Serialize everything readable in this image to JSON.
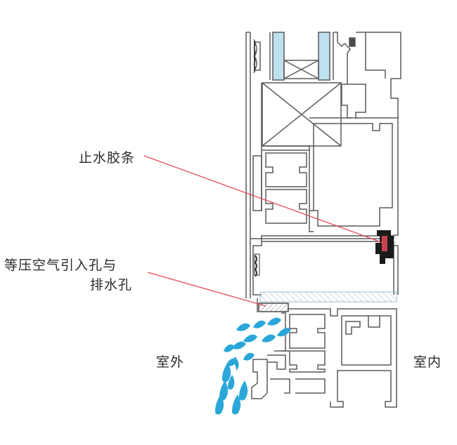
{
  "labels": {
    "sealing_strip": "止水胶条",
    "drain_hole_line1": "等压空气引入孔与",
    "drain_hole_line2": "排水孔",
    "outdoor": "室外",
    "indoor": "室内"
  },
  "colors": {
    "frame_stroke": "#5a5a5a",
    "glass_fill": "#bfe0ee",
    "leader_line": "#e64a57",
    "water_drop": "#2aa7d8",
    "gasket": "#1a1a1a",
    "drain_band": "#cfe6f3"
  }
}
